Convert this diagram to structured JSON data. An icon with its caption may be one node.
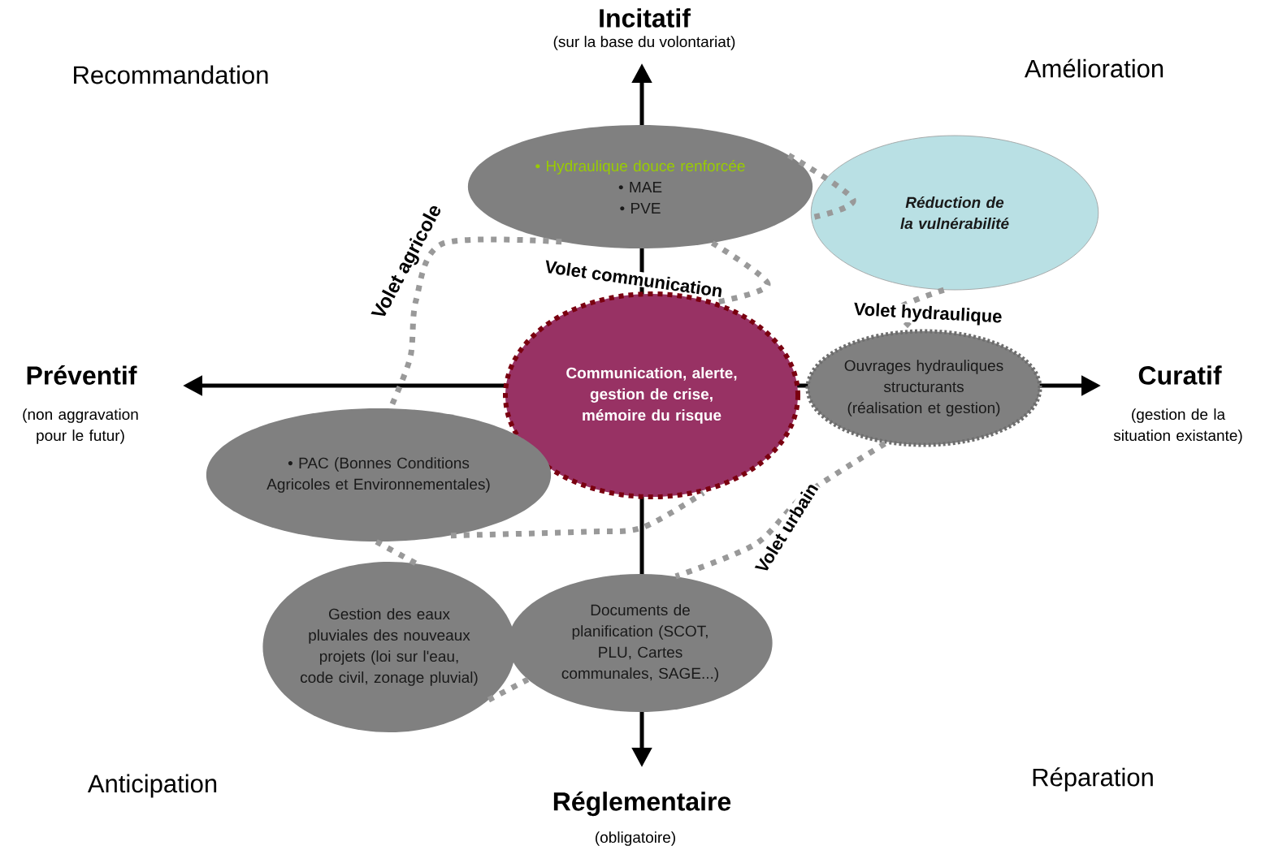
{
  "diagram": {
    "nodes": [
      {
        "text": [
          "• Hydraulique douce renforcée",
          "• MAE",
          "• PVE"
        ]
      },
      {
        "text": [
          "Réduction de la vulnérabilité"
        ]
      },
      {
        "text": [
          "Communication, alerte, gestion de crise, mémoire du risque"
        ]
      },
      {
        "text": [
          "Ouvrages hydrauliques structurants (réalisation et gestion)"
        ]
      },
      {
        "text": [
          "• PAC (Bonnes Conditions Agricoles et Environnementales)"
        ]
      },
      {
        "text": [
          "Gestion des eaux pluviales des nouveaux projets (loi sur l'eau, code civil, zonage pluvial)"
        ]
      },
      {
        "text": [
          "Documents de planification (SCOT, PLU, Cartes communales, SAGE...)"
        ]
      }
    ],
    "edges": [
      {
        "from": 0,
        "to": 4,
        "arrow": "none"
      },
      {
        "from": 0,
        "to": 2,
        "arrow": "none"
      },
      {
        "from": 0,
        "to": 1,
        "arrow": "none"
      },
      {
        "from": 1,
        "to": 3,
        "arrow": "none"
      },
      {
        "from": 4,
        "to": 2,
        "arrow": "none"
      },
      {
        "from": 3,
        "to": 6,
        "arrow": "none"
      },
      {
        "from": 4,
        "to": 5,
        "arrow": "none"
      },
      {
        "from": 5,
        "to": 6,
        "arrow": "none"
      }
    ],
    "labels": [
      "Incitatif",
      "(sur la base du volontariat)",
      "Recommandation",
      "Amélioration",
      "Volet agricole",
      "Volet communication",
      "Volet hydraulique",
      "Préventif",
      "(non aggravation pour le futur)",
      "Curatif",
      "(gestion de la situation existante)",
      "Volet urbain",
      "Anticipation",
      "Réparation",
      "Réglementaire",
      "(obligatoire)"
    ]
  }
}
